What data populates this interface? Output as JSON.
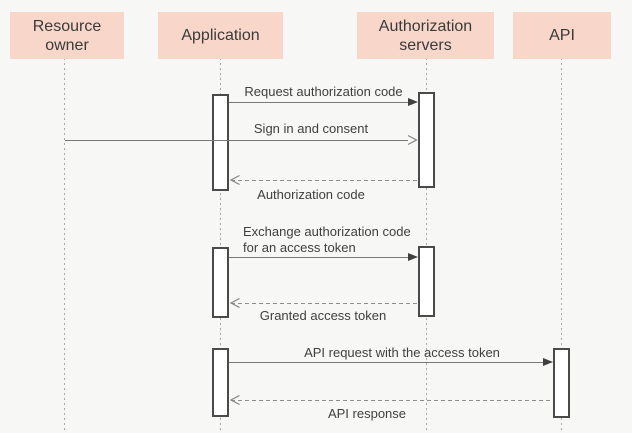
{
  "diagram": {
    "type": "sequence-diagram",
    "actors": [
      {
        "label": "Resource owner"
      },
      {
        "label": "Application"
      },
      {
        "label": "Authorization servers"
      },
      {
        "label": "API"
      }
    ],
    "messages": [
      {
        "label": "Request authorization code",
        "from": "Application",
        "to": "Authorization servers",
        "line": "solid",
        "arrowhead": "filled"
      },
      {
        "label": "Sign in and consent",
        "from": "Resource owner",
        "to": "Authorization servers",
        "line": "solid",
        "arrowhead": "open"
      },
      {
        "label": "Authorization code",
        "from": "Authorization servers",
        "to": "Application",
        "line": "dashed",
        "arrowhead": "open"
      },
      {
        "label": "Exchange authorization code for an access token",
        "from": "Application",
        "to": "Authorization servers",
        "line": "solid",
        "arrowhead": "filled"
      },
      {
        "label": "Granted access token",
        "from": "Authorization servers",
        "to": "Application",
        "line": "dashed",
        "arrowhead": "open"
      },
      {
        "label": "API request with the access token",
        "from": "Application",
        "to": "API",
        "line": "solid",
        "arrowhead": "filled"
      },
      {
        "label": "API response",
        "from": "API",
        "to": "Application",
        "line": "dashed",
        "arrowhead": "open"
      }
    ],
    "colors": {
      "background": "#f7f7f5",
      "actor_fill": "#f8d7ca",
      "actor_text": "#3a3a3a",
      "message_text": "#3f3f3f",
      "solid_line": "#787878",
      "dashed_line": "#8f8f8f",
      "lifeline": "#a9a9a9",
      "activation_border": "#4a4a4a",
      "activation_fill": "#ffffff",
      "arrowhead": "#3f3f3f"
    }
  }
}
